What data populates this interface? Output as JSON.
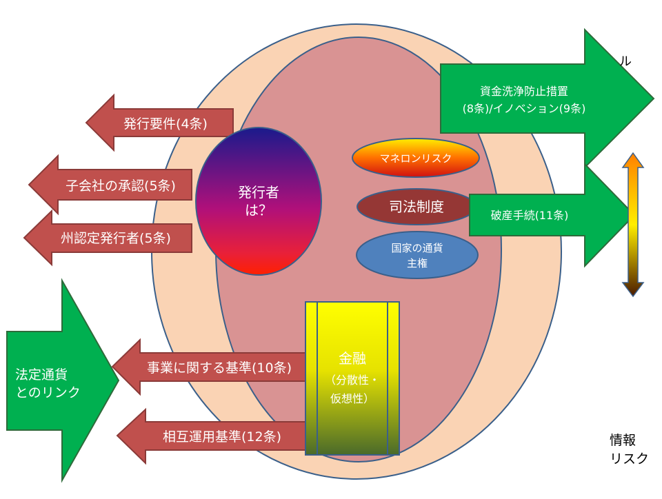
{
  "issuer": {
    "line1": "発行者",
    "line2": "は？"
  },
  "left_arrows": {
    "issuance_requirements": "発行要件(4条)",
    "subsidiary_approval": "子会社の承認(5条)",
    "state_certified_issuer": "州認定発行者(5条)",
    "business_standards": "事業に関する基準(10条)",
    "interoperability": "相互運用基準(12条)"
  },
  "center": {
    "money_laundering_risk": "マネロンリスク",
    "judicial_system": "司法制度",
    "sovereignty_line1": "国家の通貨",
    "sovereignty_line2": "主権"
  },
  "finance": {
    "title": "金融",
    "line1": "（分散性・",
    "line2": "仮想性）"
  },
  "right_arrows": {
    "aml_line1": "資金洗浄防止措置",
    "aml_line2": "(8条)/イノベション(9条)",
    "bankruptcy": "破産手続(11条)"
  },
  "legal_tender": {
    "line1": "法定通貨",
    "line2": "とのリンク"
  },
  "corner_labels": {
    "top_right_partial": "ル",
    "info_risk_line1": "情報",
    "info_risk_line2": "リスク"
  },
  "colors": {
    "outer_oval": "#fad3b4",
    "inner_oval": "#d99393",
    "left_arrow": "#c0504d",
    "green_arrow": "#00b050",
    "sovereignty": "#4f81bd",
    "judicial": "#953735"
  }
}
